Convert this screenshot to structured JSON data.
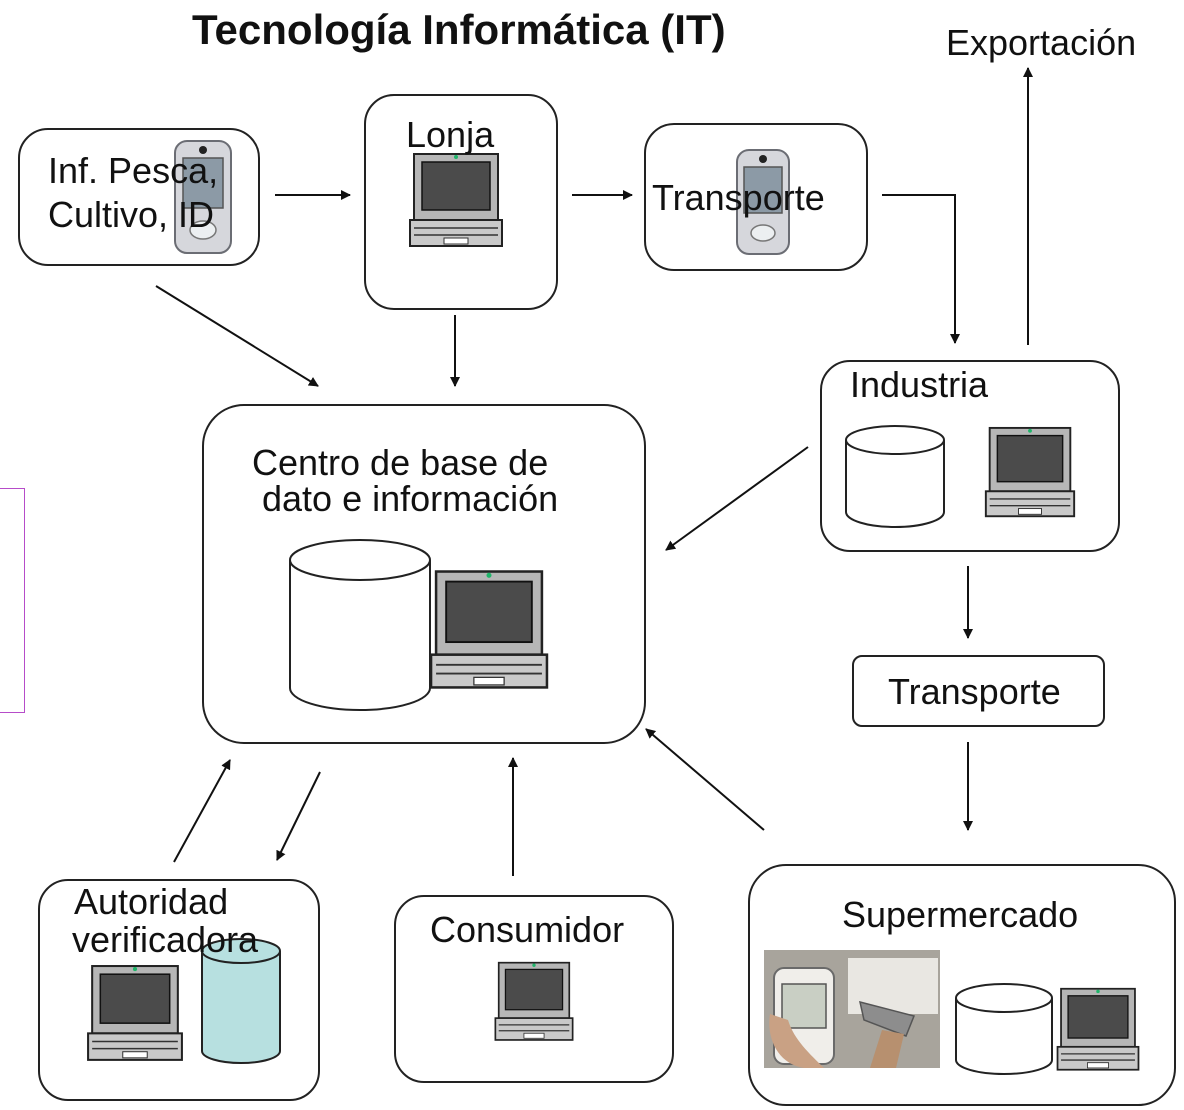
{
  "diagram": {
    "title": "Tecnología Informática (IT)",
    "export_label": "Exportación",
    "nodes": {
      "pesca": {
        "line1": "Inf. Pesca,",
        "line2": "Cultivo, ID"
      },
      "lonja": "Lonja",
      "transporte_1": "Transporte",
      "industria": "Industria",
      "centro": {
        "line1": "Centro de base de",
        "line2": "dato e información"
      },
      "transporte_2": "Transporte",
      "autoridad": {
        "line1": "Autoridad",
        "line2": "verificadora"
      },
      "consumidor": "Consumidor",
      "supermercado": "Supermercado"
    }
  },
  "colors": {
    "stroke": "#222222",
    "accent_frame": "#b64cc9",
    "autoridad_cylinder": "#b7e0e0",
    "screen": "#4b4b4b",
    "led": "#1fb56a"
  },
  "icons": [
    "pda-icon",
    "laptop-icon",
    "database-icon",
    "barcode-scanner-photo"
  ]
}
